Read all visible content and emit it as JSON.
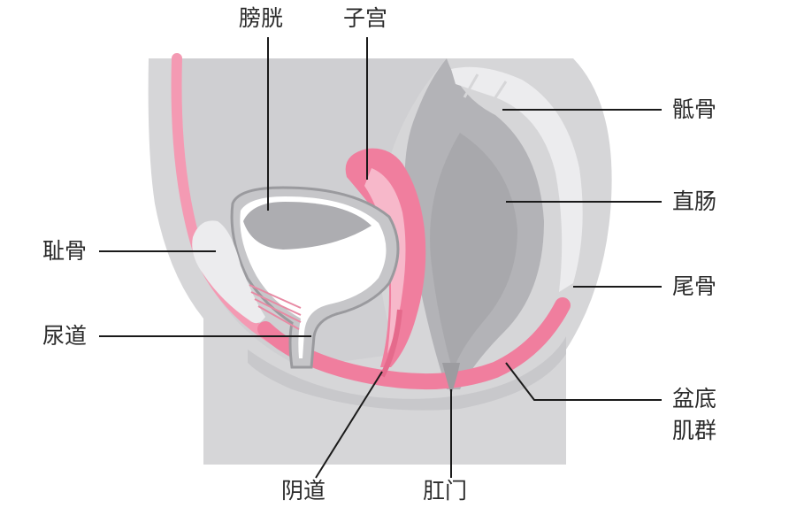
{
  "labels": {
    "bladder": "膀胱",
    "uterus": "子宫",
    "sacrum": "骶骨",
    "rectum": "直肠",
    "pubic_bone": "耻骨",
    "coccyx": "尾骨",
    "urethra": "尿道",
    "pelvic_floor_line1": "盆底",
    "pelvic_floor_line2": "肌群",
    "vagina": "阴道",
    "anus": "肛门"
  },
  "colors": {
    "body_outer": "#d4d4d6",
    "body_mid": "#c2c2c5",
    "organ_dark": "#b0b0b4",
    "bone_light": "#ececee",
    "pink": "#f07e9e",
    "pink_light": "#f7b8ca",
    "leader": "#1a1a1a",
    "text": "#2b2b2b"
  }
}
